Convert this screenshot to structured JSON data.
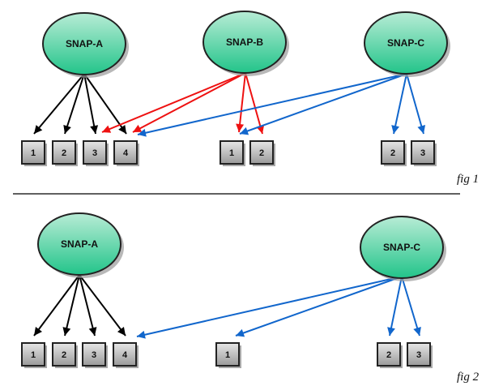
{
  "colors": {
    "black_edge": "#000000",
    "red_edge": "#ee1111",
    "blue_edge": "#1166cc",
    "node_fill_top": "#b8ecd6",
    "node_fill_bottom": "#22c48a",
    "box_fill_top": "#e6e6e6",
    "box_fill_bottom": "#9a9a9a"
  },
  "figures": [
    {
      "id": "fig1",
      "caption": "fig 1",
      "snaps": [
        {
          "id": "A",
          "label": "SNAP-A"
        },
        {
          "id": "B",
          "label": "SNAP-B"
        },
        {
          "id": "C",
          "label": "SNAP-C"
        }
      ],
      "boxes": [
        {
          "id": "A1",
          "label": "1"
        },
        {
          "id": "A2",
          "label": "2"
        },
        {
          "id": "A3",
          "label": "3"
        },
        {
          "id": "A4",
          "label": "4"
        },
        {
          "id": "B1",
          "label": "1"
        },
        {
          "id": "B2",
          "label": "2"
        },
        {
          "id": "C2",
          "label": "2"
        },
        {
          "id": "C3",
          "label": "3"
        }
      ],
      "edges": [
        {
          "from": "A",
          "to": "A1",
          "color": "black"
        },
        {
          "from": "A",
          "to": "A2",
          "color": "black"
        },
        {
          "from": "A",
          "to": "A3",
          "color": "black"
        },
        {
          "from": "A",
          "to": "A4",
          "color": "black"
        },
        {
          "from": "B",
          "to": "A3",
          "color": "red"
        },
        {
          "from": "B",
          "to": "A4",
          "color": "red"
        },
        {
          "from": "B",
          "to": "B1",
          "color": "red"
        },
        {
          "from": "B",
          "to": "B2",
          "color": "red"
        },
        {
          "from": "C",
          "to": "A4",
          "color": "blue"
        },
        {
          "from": "C",
          "to": "B1",
          "color": "blue"
        },
        {
          "from": "C",
          "to": "C2",
          "color": "blue"
        },
        {
          "from": "C",
          "to": "C3",
          "color": "blue"
        }
      ]
    },
    {
      "id": "fig2",
      "caption": "fig 2",
      "snaps": [
        {
          "id": "A",
          "label": "SNAP-A"
        },
        {
          "id": "C",
          "label": "SNAP-C"
        }
      ],
      "boxes": [
        {
          "id": "A1",
          "label": "1"
        },
        {
          "id": "A2",
          "label": "2"
        },
        {
          "id": "A3",
          "label": "3"
        },
        {
          "id": "A4",
          "label": "4"
        },
        {
          "id": "B1",
          "label": "1"
        },
        {
          "id": "C2",
          "label": "2"
        },
        {
          "id": "C3",
          "label": "3"
        }
      ],
      "edges": [
        {
          "from": "A",
          "to": "A1",
          "color": "black"
        },
        {
          "from": "A",
          "to": "A2",
          "color": "black"
        },
        {
          "from": "A",
          "to": "A3",
          "color": "black"
        },
        {
          "from": "A",
          "to": "A4",
          "color": "black"
        },
        {
          "from": "C",
          "to": "A4",
          "color": "blue"
        },
        {
          "from": "C",
          "to": "B1",
          "color": "blue"
        },
        {
          "from": "C",
          "to": "C2",
          "color": "blue"
        },
        {
          "from": "C",
          "to": "C3",
          "color": "blue"
        }
      ]
    }
  ]
}
